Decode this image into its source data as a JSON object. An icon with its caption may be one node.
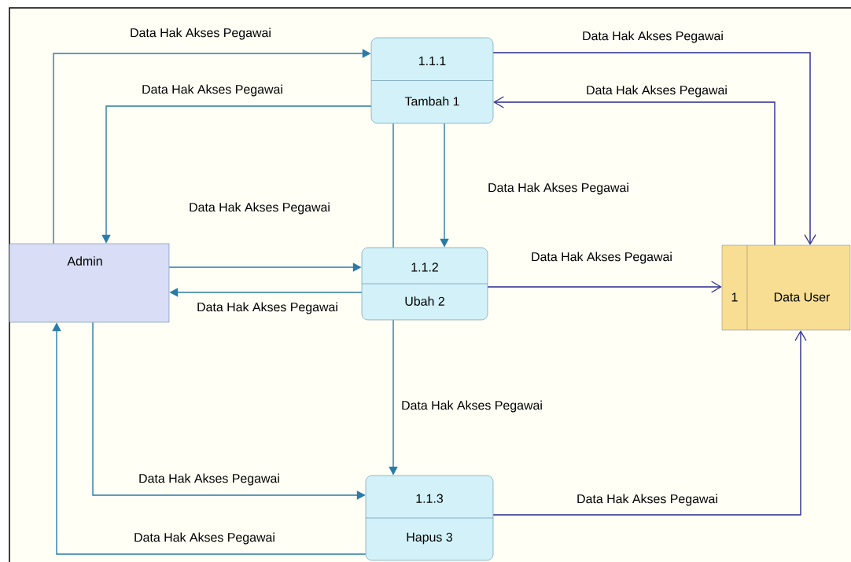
{
  "diagram": {
    "nodes": [
      {
        "text": [
          "Admin"
        ]
      },
      {
        "text": [
          "1.1.1",
          "Tambah 1"
        ]
      },
      {
        "text": [
          "1.1.2",
          "Ubah 2"
        ]
      },
      {
        "text": [
          "1.1.3",
          "Hapus 3"
        ]
      },
      {
        "text": [
          "1",
          "Data User"
        ]
      }
    ],
    "edges": [
      {
        "from": 0,
        "to": 1,
        "arrow": "to",
        "label": "Data Hak Akses Pegawai"
      },
      {
        "from": 1,
        "to": 0,
        "arrow": "to",
        "label": "Data Hak Akses Pegawai"
      },
      {
        "from": 1,
        "to": 4,
        "arrow": "to",
        "label": "Data Hak Akses Pegawai",
        "color": "#28288f"
      },
      {
        "from": 4,
        "to": 1,
        "arrow": "to",
        "label": "Data Hak Akses Pegawai",
        "color": "#28288f"
      },
      {
        "from": 1,
        "to": 2,
        "arrow": "to",
        "label": "Data Hak Akses Pegawai"
      },
      {
        "from": 0,
        "to": 2,
        "arrow": "to",
        "label": "Data Hak Akses Pegawai"
      },
      {
        "from": 2,
        "to": 0,
        "arrow": "to",
        "label": "Data Hak Akses Pegawai"
      },
      {
        "from": 2,
        "to": 4,
        "arrow": "to",
        "label": "Data Hak Akses Pegawai",
        "color": "#28288f"
      },
      {
        "from": 1,
        "to": 2,
        "arrow": "none"
      },
      {
        "from": 2,
        "to": 3,
        "arrow": "to",
        "label": "Data Hak Akses Pegawai"
      },
      {
        "from": 0,
        "to": 3,
        "arrow": "to",
        "label": "Data Hak Akses Pegawai"
      },
      {
        "from": 3,
        "to": 0,
        "arrow": "to",
        "label": "Data Hak Akses Pegawai"
      },
      {
        "from": 3,
        "to": 4,
        "arrow": "to",
        "label": "Data Hak Akses Pegawai",
        "color": "#28288f"
      }
    ]
  }
}
